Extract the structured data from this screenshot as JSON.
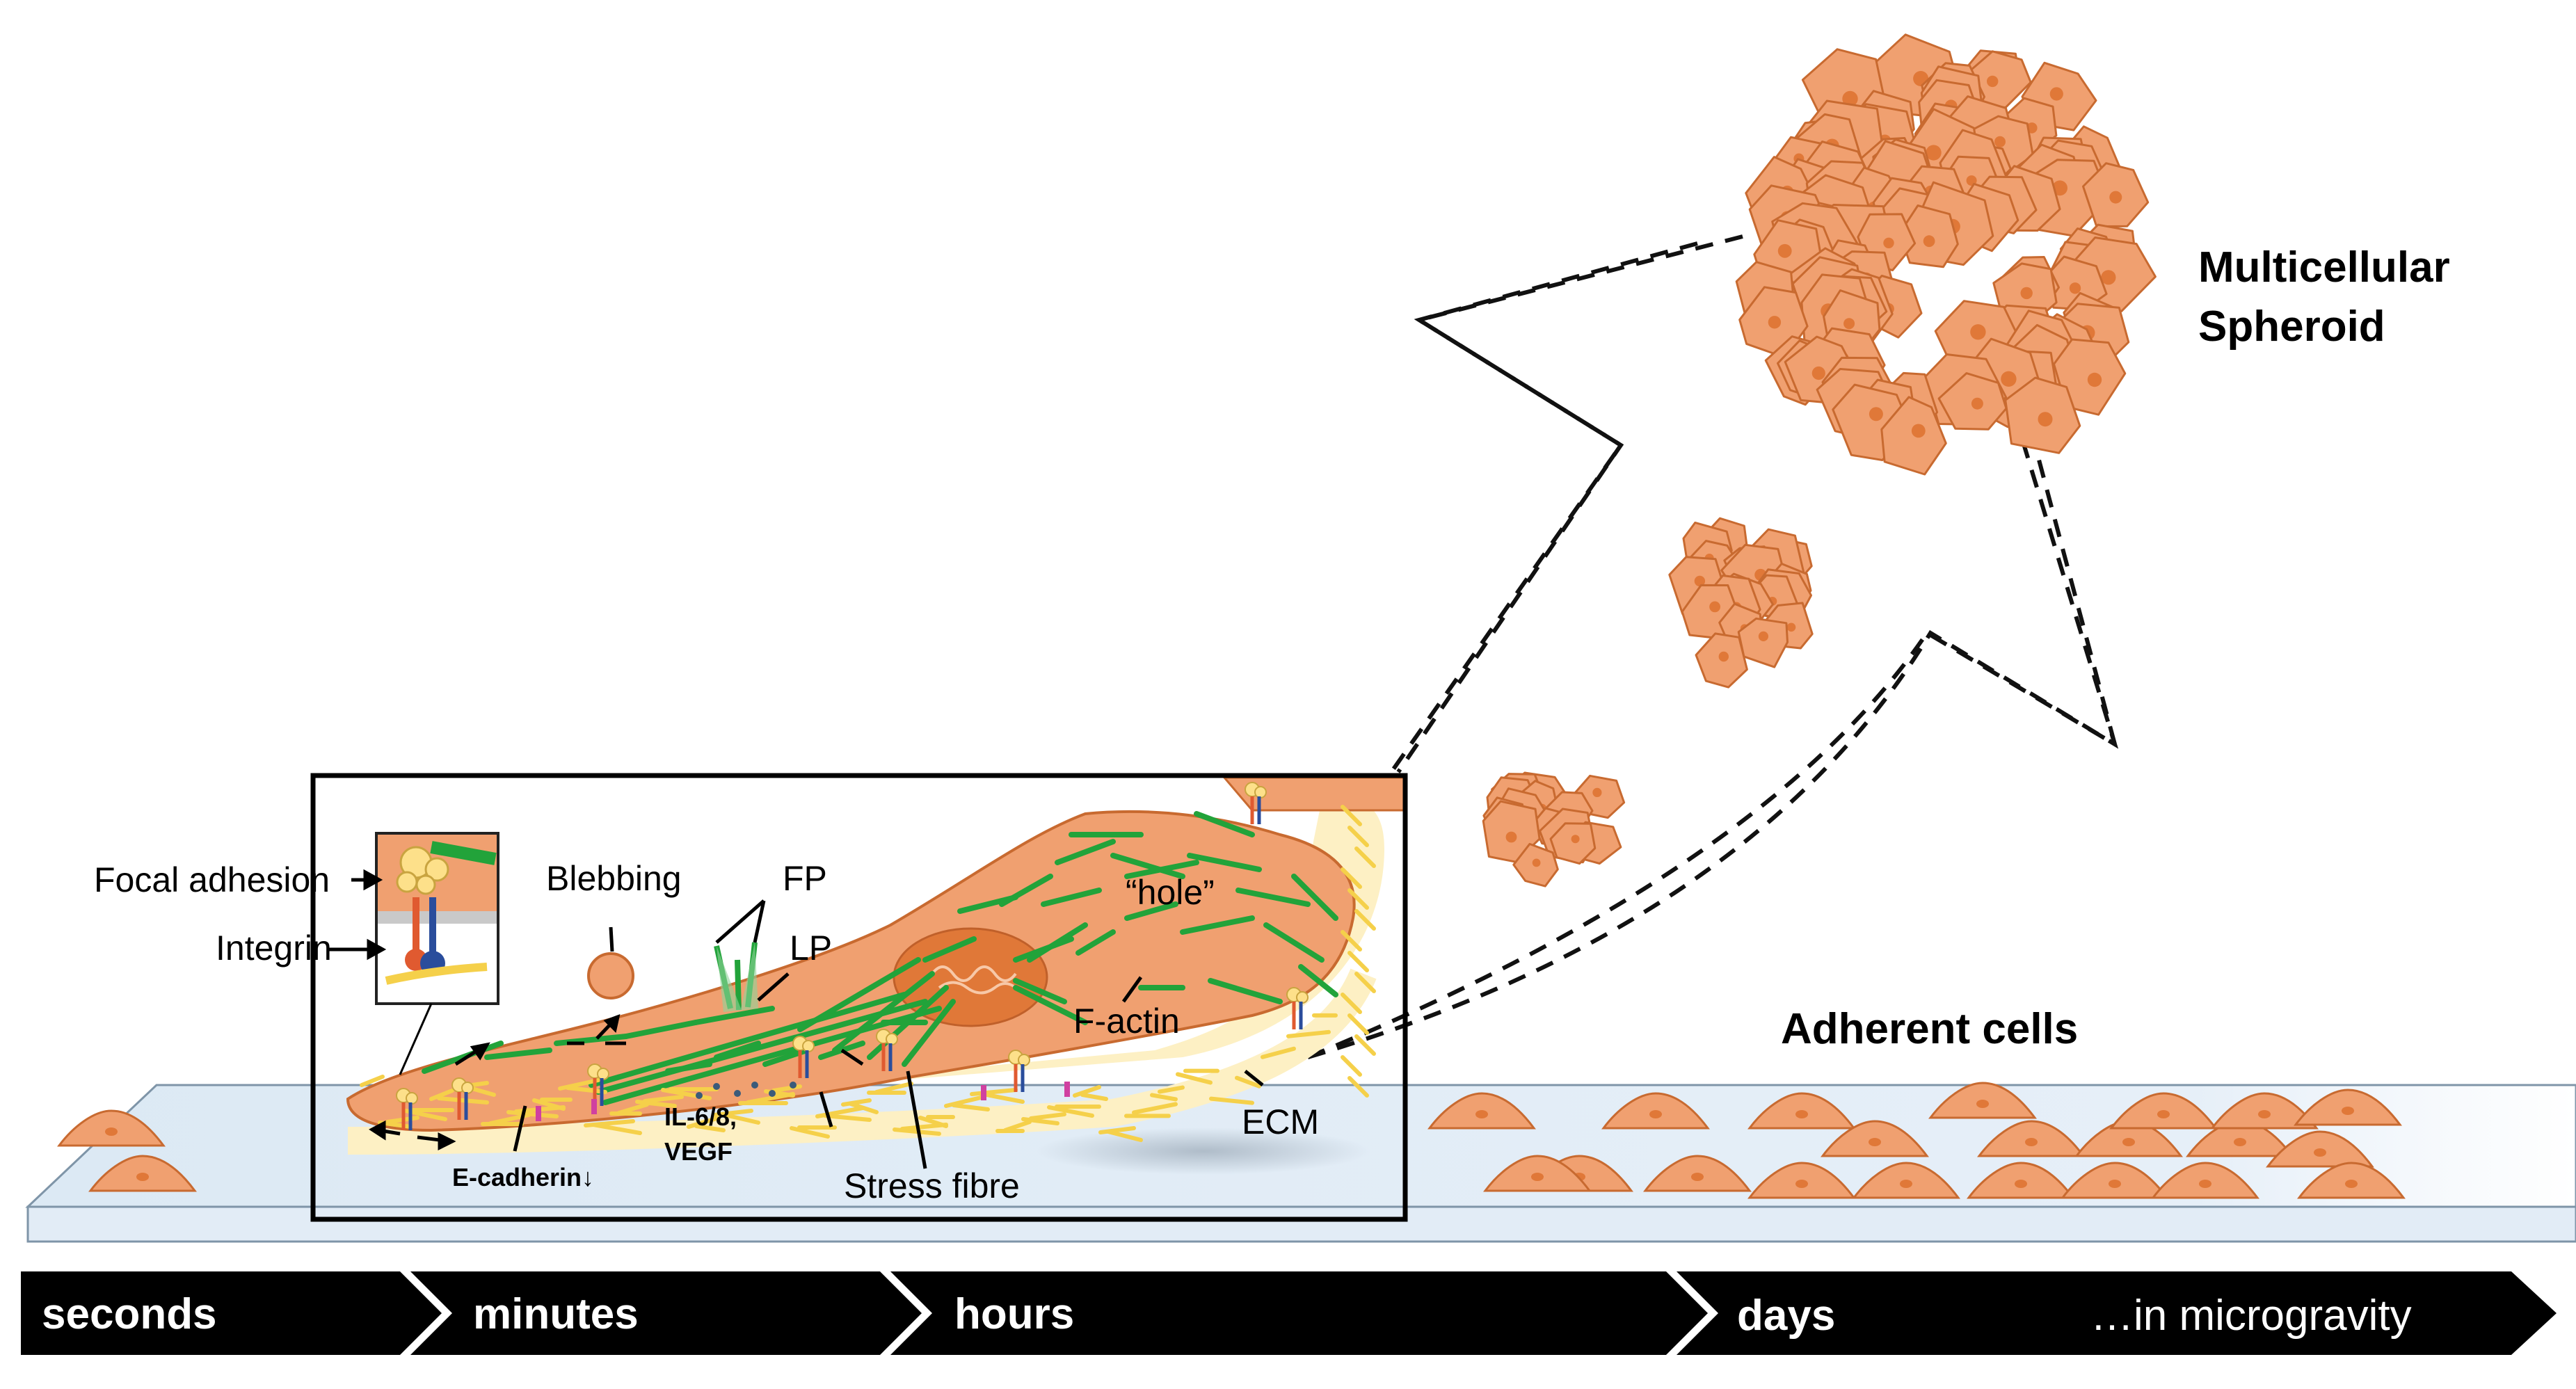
{
  "labels": {
    "focal_adhesion": "Focal adhesion",
    "integrin": "Integrin",
    "blebbing": "Blebbing",
    "fp": "FP",
    "lp": "LP",
    "hole": "“hole”",
    "f_actin": "F-actin",
    "ecm": "ECM",
    "e_cadherin": "E-cadherin↓",
    "il": "IL-6/8,",
    "vegf": "VEGF",
    "stress_fibre": "Stress fibre",
    "adherent_cells": "Adherent cells",
    "multicellular_line1": "Multicellular",
    "multicellular_line2": "Spheroid"
  },
  "timeline": {
    "seconds": "seconds",
    "minutes": "minutes",
    "hours": "hours",
    "days": "days",
    "microgravity": "…in microgravity"
  },
  "colors": {
    "cell_fill": "#f0a070",
    "cell_stroke": "#c86a30",
    "nucleus": "#e07838",
    "actin": "#22a33a",
    "ecm": "#f5d04a",
    "ecm_bg": "#fdf0c4",
    "substrate": "#dce9f4",
    "timeline": "#000000"
  },
  "icons": {
    "timeline_arrow": "chevron-right-icon",
    "growth_arrow": "dashed-arrow-icon"
  }
}
